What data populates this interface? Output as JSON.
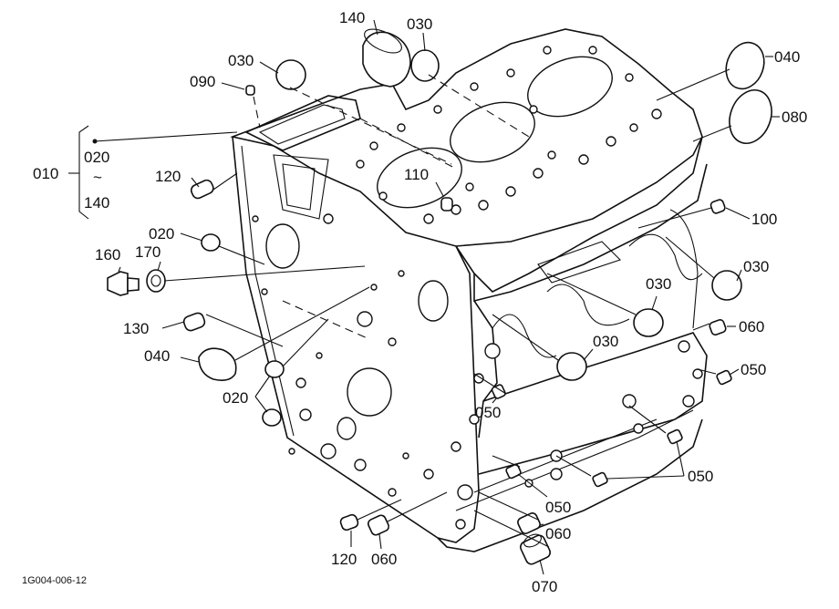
{
  "diagram_id": "1G004-006-12",
  "labels": {
    "c140_top": "140",
    "c030_top_r": "030",
    "c030_top_l": "030",
    "c040_r": "040",
    "c090": "090",
    "c080": "080",
    "c010": "010",
    "c020_range": "020",
    "c_tilde": "~",
    "c140_range": "140",
    "c120_l": "120",
    "c110": "110",
    "c100": "100",
    "c020_l": "020",
    "c030_r": "030",
    "c160": "160",
    "c170": "170",
    "c030_mid": "030",
    "c060_r": "060",
    "c130": "130",
    "c030_low": "030",
    "c040_l": "040",
    "c050_r": "050",
    "c020_bl": "020",
    "c050_mid": "050",
    "c050_br": "050",
    "c050_b": "050",
    "c060_b": "060",
    "c120_b": "120",
    "c060_bl": "060",
    "c070": "070"
  }
}
